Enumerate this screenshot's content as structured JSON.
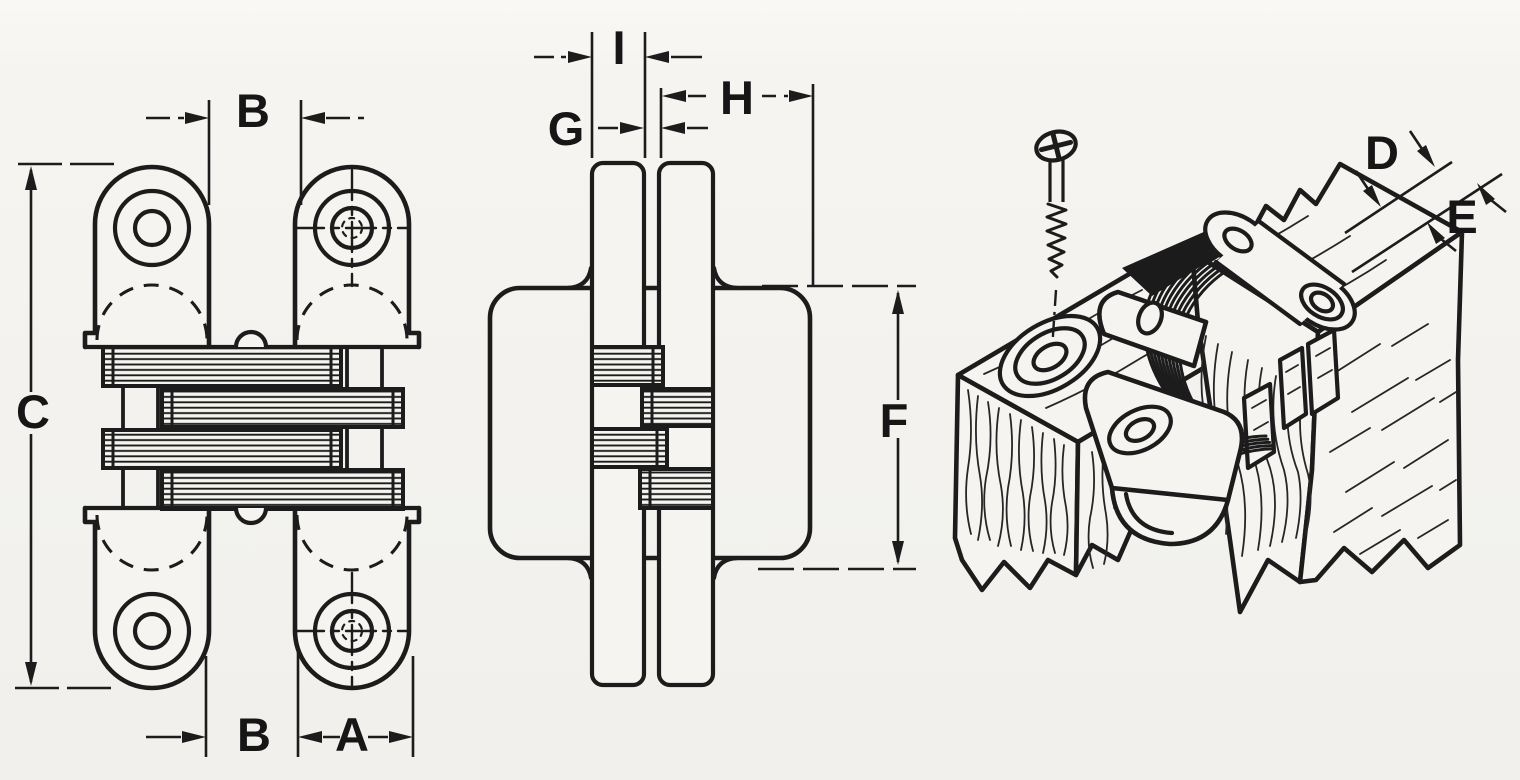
{
  "diagram": {
    "subject": "Concealed invisible mortise hinge - dimensioned technical drawing",
    "background": "#f4f3ef",
    "ink": "#1c1c1c",
    "views": {
      "front": "front elevation of hinge showing leaf lobes, screw holes and interleaved knuckles",
      "edge": "edge/section view of hinge mortised into two panels",
      "installed": "isometric cutaway of hinge installed in two wood members with mounting screw"
    },
    "dims": {
      "a": "A",
      "b_top": "B",
      "b_bottom": "B",
      "c": "C",
      "d": "D",
      "e": "E",
      "f": "F",
      "g": "G",
      "h": "H",
      "i": "I"
    }
  }
}
